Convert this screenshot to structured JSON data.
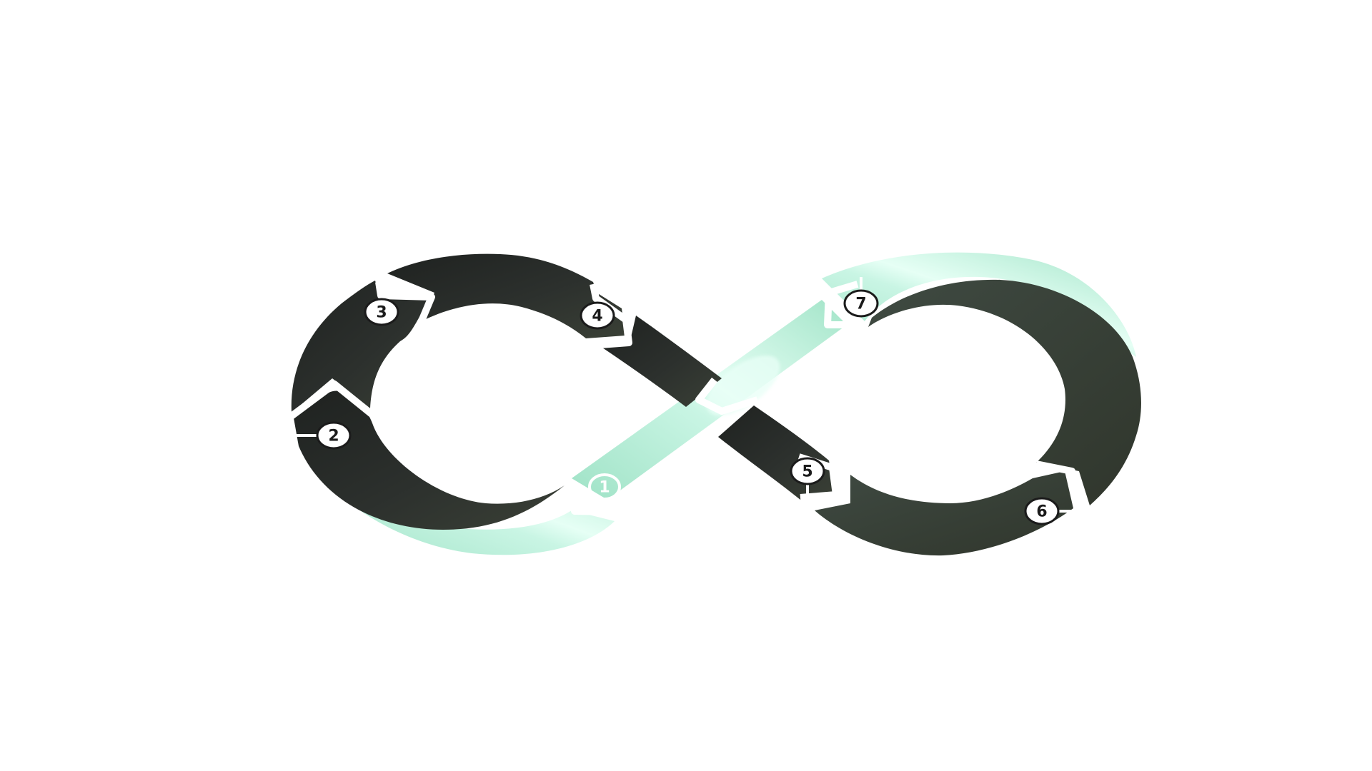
{
  "diagram": {
    "type": "infinity-loop-cycle",
    "colors": {
      "dark_band": "#2a2e2b",
      "dark_band_highlight": "#3d4a40",
      "light_band": "#a6e6cc",
      "light_band_glow": "#e8fff6",
      "separator": "#ffffff",
      "marker_fill": "#ffffff",
      "marker_stroke": "#1b1b1b"
    },
    "steps": [
      {
        "label": "1",
        "band": "light"
      },
      {
        "label": "2",
        "band": "dark"
      },
      {
        "label": "3",
        "band": "dark"
      },
      {
        "label": "4",
        "band": "dark"
      },
      {
        "label": "5",
        "band": "dark"
      },
      {
        "label": "6",
        "band": "dark"
      },
      {
        "label": "7",
        "band": "light"
      }
    ]
  }
}
